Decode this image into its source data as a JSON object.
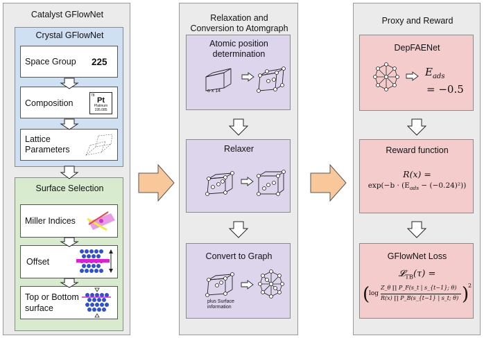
{
  "catalyst": {
    "title": "Catalyst GFlowNet",
    "crystal": {
      "title": "Crystal GFlowNet",
      "space_group_label": "Space Group",
      "space_group_value": "225",
      "composition_label": "Composition",
      "element": {
        "number": "78",
        "symbol": "Pt",
        "name": "Platinum",
        "mass": "195.085"
      },
      "lattice_label_line1": "Lattice",
      "lattice_label_line2": "Parameters"
    },
    "surface": {
      "title": "Surface Selection",
      "miller_label": "Miller Indices",
      "offset_label": "Offset",
      "top_bottom_line1": "Top or Bottom",
      "top_bottom_line2": "surface"
    }
  },
  "relaxation": {
    "title_line1": "Relaxation and",
    "title_line2": "Conversion to Atomgraph",
    "atomic": {
      "title_line1": "Atomic position",
      "title_line2": "determination",
      "count_label": "o x 14"
    },
    "relaxer": {
      "title": "Relaxer"
    },
    "graph": {
      "title": "Convert to Graph",
      "note_line1": "plus Surface",
      "note_line2": "information"
    }
  },
  "proxy": {
    "title": "Proxy and Reward",
    "depfaenet": {
      "title": "DepFAENet",
      "eq_lhs": "E",
      "eq_sub": "ads",
      "eq_rhs": "= −0.5"
    },
    "reward": {
      "title": "Reward function",
      "line1": "R(x) =",
      "line2": "exp(−b · (E",
      "line2_sub": "ads",
      "line2_end": " − (−0.24)²))"
    },
    "loss": {
      "title": "GFlowNet Loss",
      "lhs": "𝓛",
      "lhs_sub": "TB",
      "lhs_end": "(τ) =",
      "num": "Z_θ ∏ P_F(s_t | s_{t−1}; θ)",
      "den": "R(x) ∏ P_B(s_{t−1} | s_t; θ)",
      "log": "log"
    }
  },
  "colors": {
    "blue": "#cfe0f3",
    "green": "#d8ebcf",
    "purple": "#dcd5ec",
    "pink": "#f4cccc",
    "arrow": "#f8c89a"
  }
}
